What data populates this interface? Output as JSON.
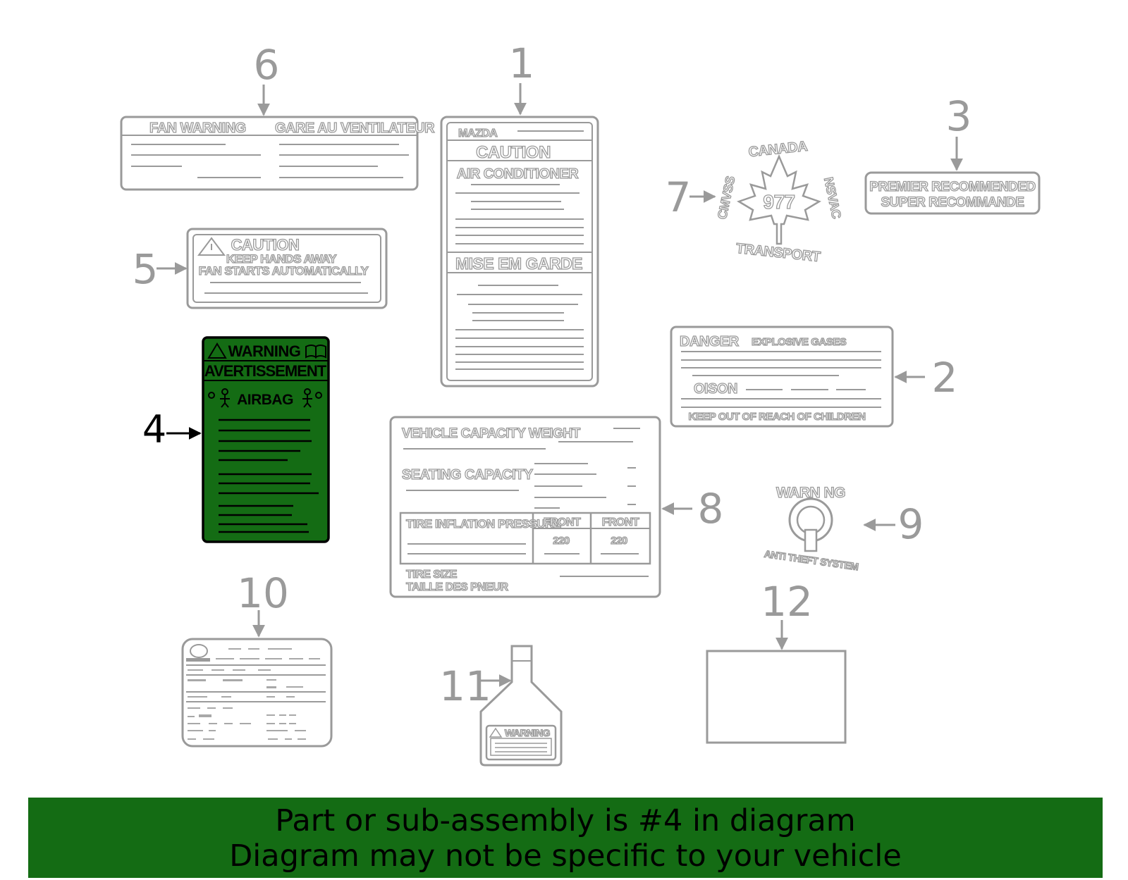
{
  "callouts": {
    "c1": "1",
    "c2": "2",
    "c3": "3",
    "c4": "4",
    "c5": "5",
    "c6": "6",
    "c7": "7",
    "c8": "8",
    "c9": "9",
    "c10": "10",
    "c11": "11",
    "c12": "12"
  },
  "label1": {
    "brand": "MAZDA",
    "heading": "CAUTION",
    "subheading": "AIR CONDITIONER",
    "heading_fr": "MISE EM GARDE"
  },
  "label2": {
    "title": "DANGER",
    "subtitle": "EXPLOSIVE GASES",
    "word": "OISON",
    "footer": "KEEP OUT OF REACH OF CHILDREN"
  },
  "label3": {
    "line1": "PREMIER RECOMMENDED",
    "line2": "SUPER RECOMMANDE"
  },
  "label4": {
    "title": "WARNING",
    "title_fr": "AVERTISSEMENT",
    "subject": "AIRBAG",
    "fill_color": "#146c14"
  },
  "label5": {
    "title": "CAUTION",
    "line1": "KEEP HANDS AWAY",
    "line2": "FAN STARTS AUTOMATICALLY"
  },
  "label6": {
    "left": "FAN WARNING",
    "right": "GARE AU VENTILATEUR"
  },
  "label7": {
    "top": "CANADA",
    "left": "CMVSS",
    "right": "NSVAC",
    "bottom": "TRANSPORT",
    "number": "977"
  },
  "label8": {
    "weight": "VEHICLE CAPACITY WEIGHT",
    "seating": "SEATING CAPACITY",
    "tire_pressure": "TIRE INFLATION PRESSURE",
    "col1": "FRONT",
    "col2": "FRONT",
    "val1": "220",
    "val2": "220",
    "tire_size": "TIRE SIZE",
    "tire_size_fr": "TAILLE DES PNEUR"
  },
  "label9": {
    "top": "WARN NG",
    "bottom": "ANTI THEFT SYSTEM"
  },
  "label11": {
    "warning": "WARNING"
  },
  "banner": {
    "line1": "Part or sub-assembly is #4 in diagram",
    "line2": "Diagram may not be specific to your vehicle",
    "color": "#146c14"
  },
  "colors": {
    "line": "#9a9a9a",
    "highlight": "#146c14"
  }
}
